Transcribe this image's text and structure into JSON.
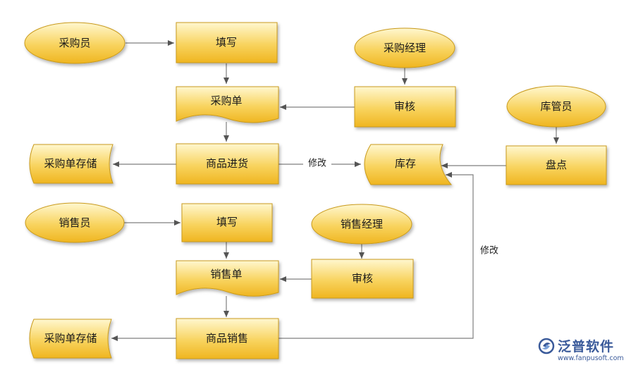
{
  "nodes": {
    "purchaser": "采购员",
    "purchase_fill": "填写",
    "purchase_manager": "采购经理",
    "purchase_order": "采购单",
    "purchase_review": "审核",
    "storekeeper": "库管员",
    "purchase_storage": "采购单存储",
    "goods_purchase": "商品进货",
    "inventory": "库存",
    "stocktake": "盘点",
    "salesperson": "销售员",
    "sales_fill": "填写",
    "sales_manager": "销售经理",
    "sales_order": "销售单",
    "sales_review": "审核",
    "sales_storage": "采购单存储",
    "goods_sales": "商品销售"
  },
  "edges": {
    "modify_1": "修改",
    "modify_2": "修改"
  },
  "logo": {
    "name": "泛普软件",
    "url": "www.fanpusoft.com"
  },
  "colors": {
    "fill_light": "#fff5c4",
    "fill_dark": "#f1b823",
    "stroke": "#c99a1a",
    "arrow": "#7f7f7f",
    "brand": "#3a5a9a"
  }
}
